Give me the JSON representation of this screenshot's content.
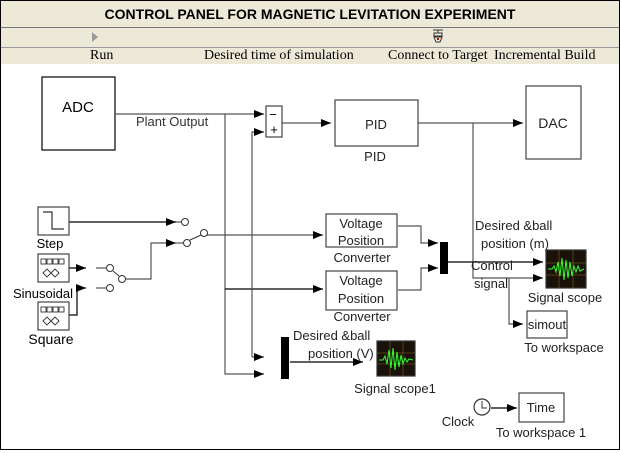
{
  "window": {
    "title": "CONTROL PANEL FOR MAGNETIC LEVITATION EXPERIMENT"
  },
  "toolbar": {
    "items": [
      {
        "label": "Run",
        "icon": "play-icon"
      },
      {
        "label": "Desired time of simulation"
      },
      {
        "label": "Connect to Target",
        "icon": "connect-target-icon"
      },
      {
        "label": "Incremental Build"
      }
    ]
  },
  "diagram": {
    "blocks": {
      "adc": {
        "label": "ADC"
      },
      "dac": {
        "label": "DAC"
      },
      "sum": {
        "minus": "−",
        "plus": "+"
      },
      "pid": {
        "label": "PID",
        "caption": "PID"
      },
      "step": {
        "caption": "Step"
      },
      "sinusoidal": {
        "caption": "Sinusoidal"
      },
      "square": {
        "caption": "Square"
      },
      "converter1": {
        "line1": "Voltage",
        "line2": "Position",
        "caption": "Converter"
      },
      "converter2": {
        "line1": "Voltage",
        "line2": "Position",
        "caption": "Converter"
      },
      "scope": {
        "caption": "Signal scope"
      },
      "scope1": {
        "caption": "Signal scope1"
      },
      "simout": {
        "label": "simout",
        "caption": "To workspace"
      },
      "time": {
        "label": "Time",
        "caption": "To workspace 1"
      },
      "clock": {
        "caption": "Clock"
      }
    },
    "signals": {
      "plant_output": "Plant Output",
      "desired_m_line1": "Desired &ball",
      "desired_m_line2": "position (m)",
      "desired_v_line1": "Desired &ball",
      "desired_v_line2": "position (V)",
      "control_line1": "Control",
      "control_line2": "signal"
    },
    "colors": {
      "scope_bg": "#1a1208",
      "scope_trace": "#33ff33",
      "scope_grid": "#8a6a2a"
    }
  }
}
